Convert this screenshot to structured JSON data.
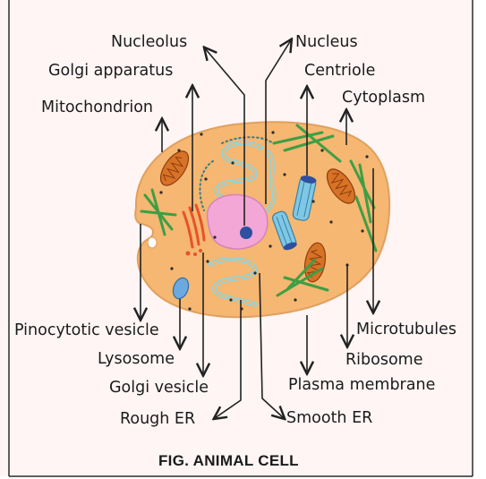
{
  "diagram": {
    "caption": "FIG. ANIMAL CELL",
    "labels": {
      "nucleolus": "Nucleolus",
      "nucleus": "Nucleus",
      "golgi_apparatus": "Golgi apparatus",
      "centriole": "Centriole",
      "mitochondrion": "Mitochondrion",
      "cytoplasm": "Cytoplasm",
      "pinocytotic_vesicle": "Pinocytotic vesicle",
      "lysosome": "Lysosome",
      "golgi_vesicle": "Golgi vesicle",
      "rough_er": "Rough ER",
      "microtubules": "Microtubules",
      "ribosome": "Ribosome",
      "plasma_membrane": "Plasma membrane",
      "smooth_er": "Smooth ER"
    },
    "colors": {
      "background": "#FFF5F5",
      "frame_border": "#2B2B2B",
      "cytoplasm": "#F5B771",
      "membrane": "#E0A060",
      "nucleus": "#F2A7D6",
      "nucleolus": "#2F4F9F",
      "endoplasmic_reticulum": "#8FD3DC",
      "mitochondrion": "#D87226",
      "golgi": "#E8522A",
      "centriole": "#7EC8E6",
      "microtubule": "#3E9E45",
      "lysosome": "#6CA9E0",
      "arrow": "#222222"
    }
  }
}
